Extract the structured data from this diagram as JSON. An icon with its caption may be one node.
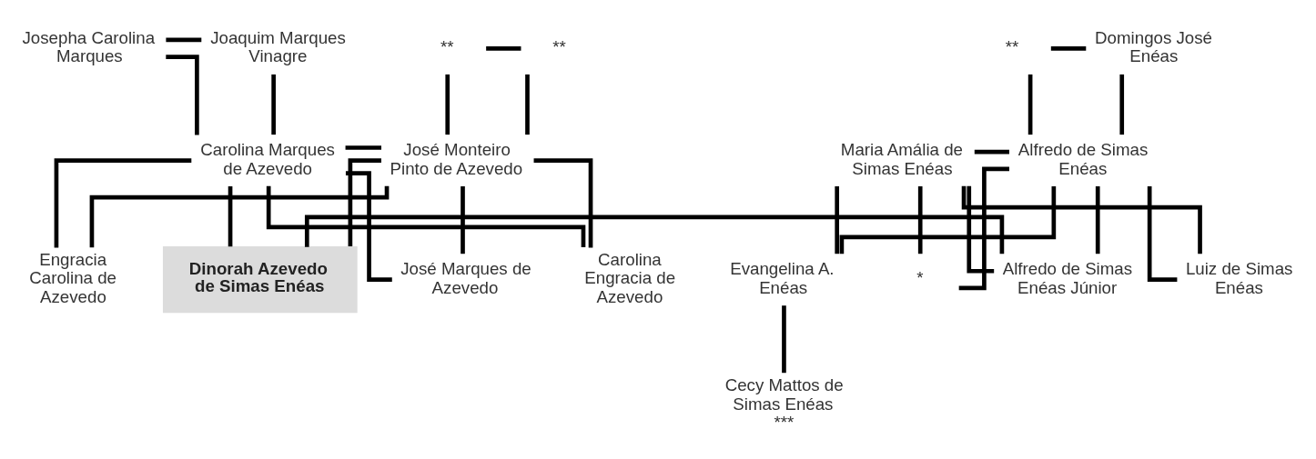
{
  "diagram": {
    "nodes": [
      {
        "text": [
          "Josepha Carolina Marques"
        ]
      },
      {
        "text": [
          "Joaquim Marques Vinagre"
        ]
      },
      {
        "text": [
          "**"
        ]
      },
      {
        "text": [
          "**"
        ]
      },
      {
        "text": [
          "**"
        ]
      },
      {
        "text": [
          "Domingos José Enéas"
        ]
      },
      {
        "text": [
          "Carolina Marques de Azevedo"
        ]
      },
      {
        "text": [
          "José Monteiro Pinto de Azevedo"
        ]
      },
      {
        "text": [
          "Maria Amália de Simas Enéas"
        ]
      },
      {
        "text": [
          "Alfredo de Simas Enéas"
        ]
      },
      {
        "text": [
          "José Marques de Azevedo"
        ]
      },
      {
        "text": [
          "Carolina Engracia de Azevedo"
        ]
      },
      {
        "text": [
          "Engracia Carolina de Azevedo"
        ]
      },
      {
        "text": [
          "Dinorah Azevedo de Simas Enéas"
        ]
      },
      {
        "text": [
          "Alfredo de Simas Enéas Júnior"
        ]
      },
      {
        "text": [
          "Luiz de Simas Enéas"
        ]
      },
      {
        "text": [
          "Evangelina A. Enéas"
        ]
      },
      {
        "text": [
          "*"
        ]
      },
      {
        "text": [
          "Cecy Mattos de Simas Enéas",
          "***"
        ]
      }
    ],
    "edges": [
      {
        "from": 0,
        "to": 1,
        "arrow": "none"
      },
      {
        "from": 0,
        "to": 6,
        "arrow": "none"
      },
      {
        "from": 1,
        "to": 6,
        "arrow": "none"
      },
      {
        "from": 2,
        "to": 3,
        "arrow": "none"
      },
      {
        "from": 2,
        "to": 7,
        "arrow": "none"
      },
      {
        "from": 3,
        "to": 7,
        "arrow": "none"
      },
      {
        "from": 4,
        "to": 5,
        "arrow": "none"
      },
      {
        "from": 4,
        "to": 9,
        "arrow": "none"
      },
      {
        "from": 5,
        "to": 9,
        "arrow": "none"
      },
      {
        "from": 6,
        "to": 7,
        "arrow": "none"
      },
      {
        "from": 6,
        "to": 10,
        "arrow": "none"
      },
      {
        "from": 6,
        "to": 11,
        "arrow": "none"
      },
      {
        "from": 6,
        "to": 12,
        "arrow": "none"
      },
      {
        "from": 6,
        "to": 13,
        "arrow": "none"
      },
      {
        "from": 7,
        "to": 10,
        "arrow": "none"
      },
      {
        "from": 7,
        "to": 11,
        "arrow": "none"
      },
      {
        "from": 7,
        "to": 12,
        "arrow": "none"
      },
      {
        "from": 7,
        "to": 13,
        "arrow": "none"
      },
      {
        "from": 8,
        "to": 9,
        "arrow": "none"
      },
      {
        "from": 8,
        "to": 14,
        "arrow": "none"
      },
      {
        "from": 8,
        "to": 15,
        "arrow": "none"
      },
      {
        "from": 8,
        "to": 16,
        "arrow": "none"
      },
      {
        "from": 8,
        "to": 17,
        "arrow": "none"
      },
      {
        "from": 9,
        "to": 14,
        "arrow": "none"
      },
      {
        "from": 9,
        "to": 15,
        "arrow": "none"
      },
      {
        "from": 9,
        "to": 16,
        "arrow": "none"
      },
      {
        "from": 9,
        "to": 17,
        "arrow": "none"
      },
      {
        "from": 13,
        "to": 14,
        "arrow": "none"
      },
      {
        "from": 16,
        "to": 18,
        "arrow": "none"
      }
    ]
  }
}
